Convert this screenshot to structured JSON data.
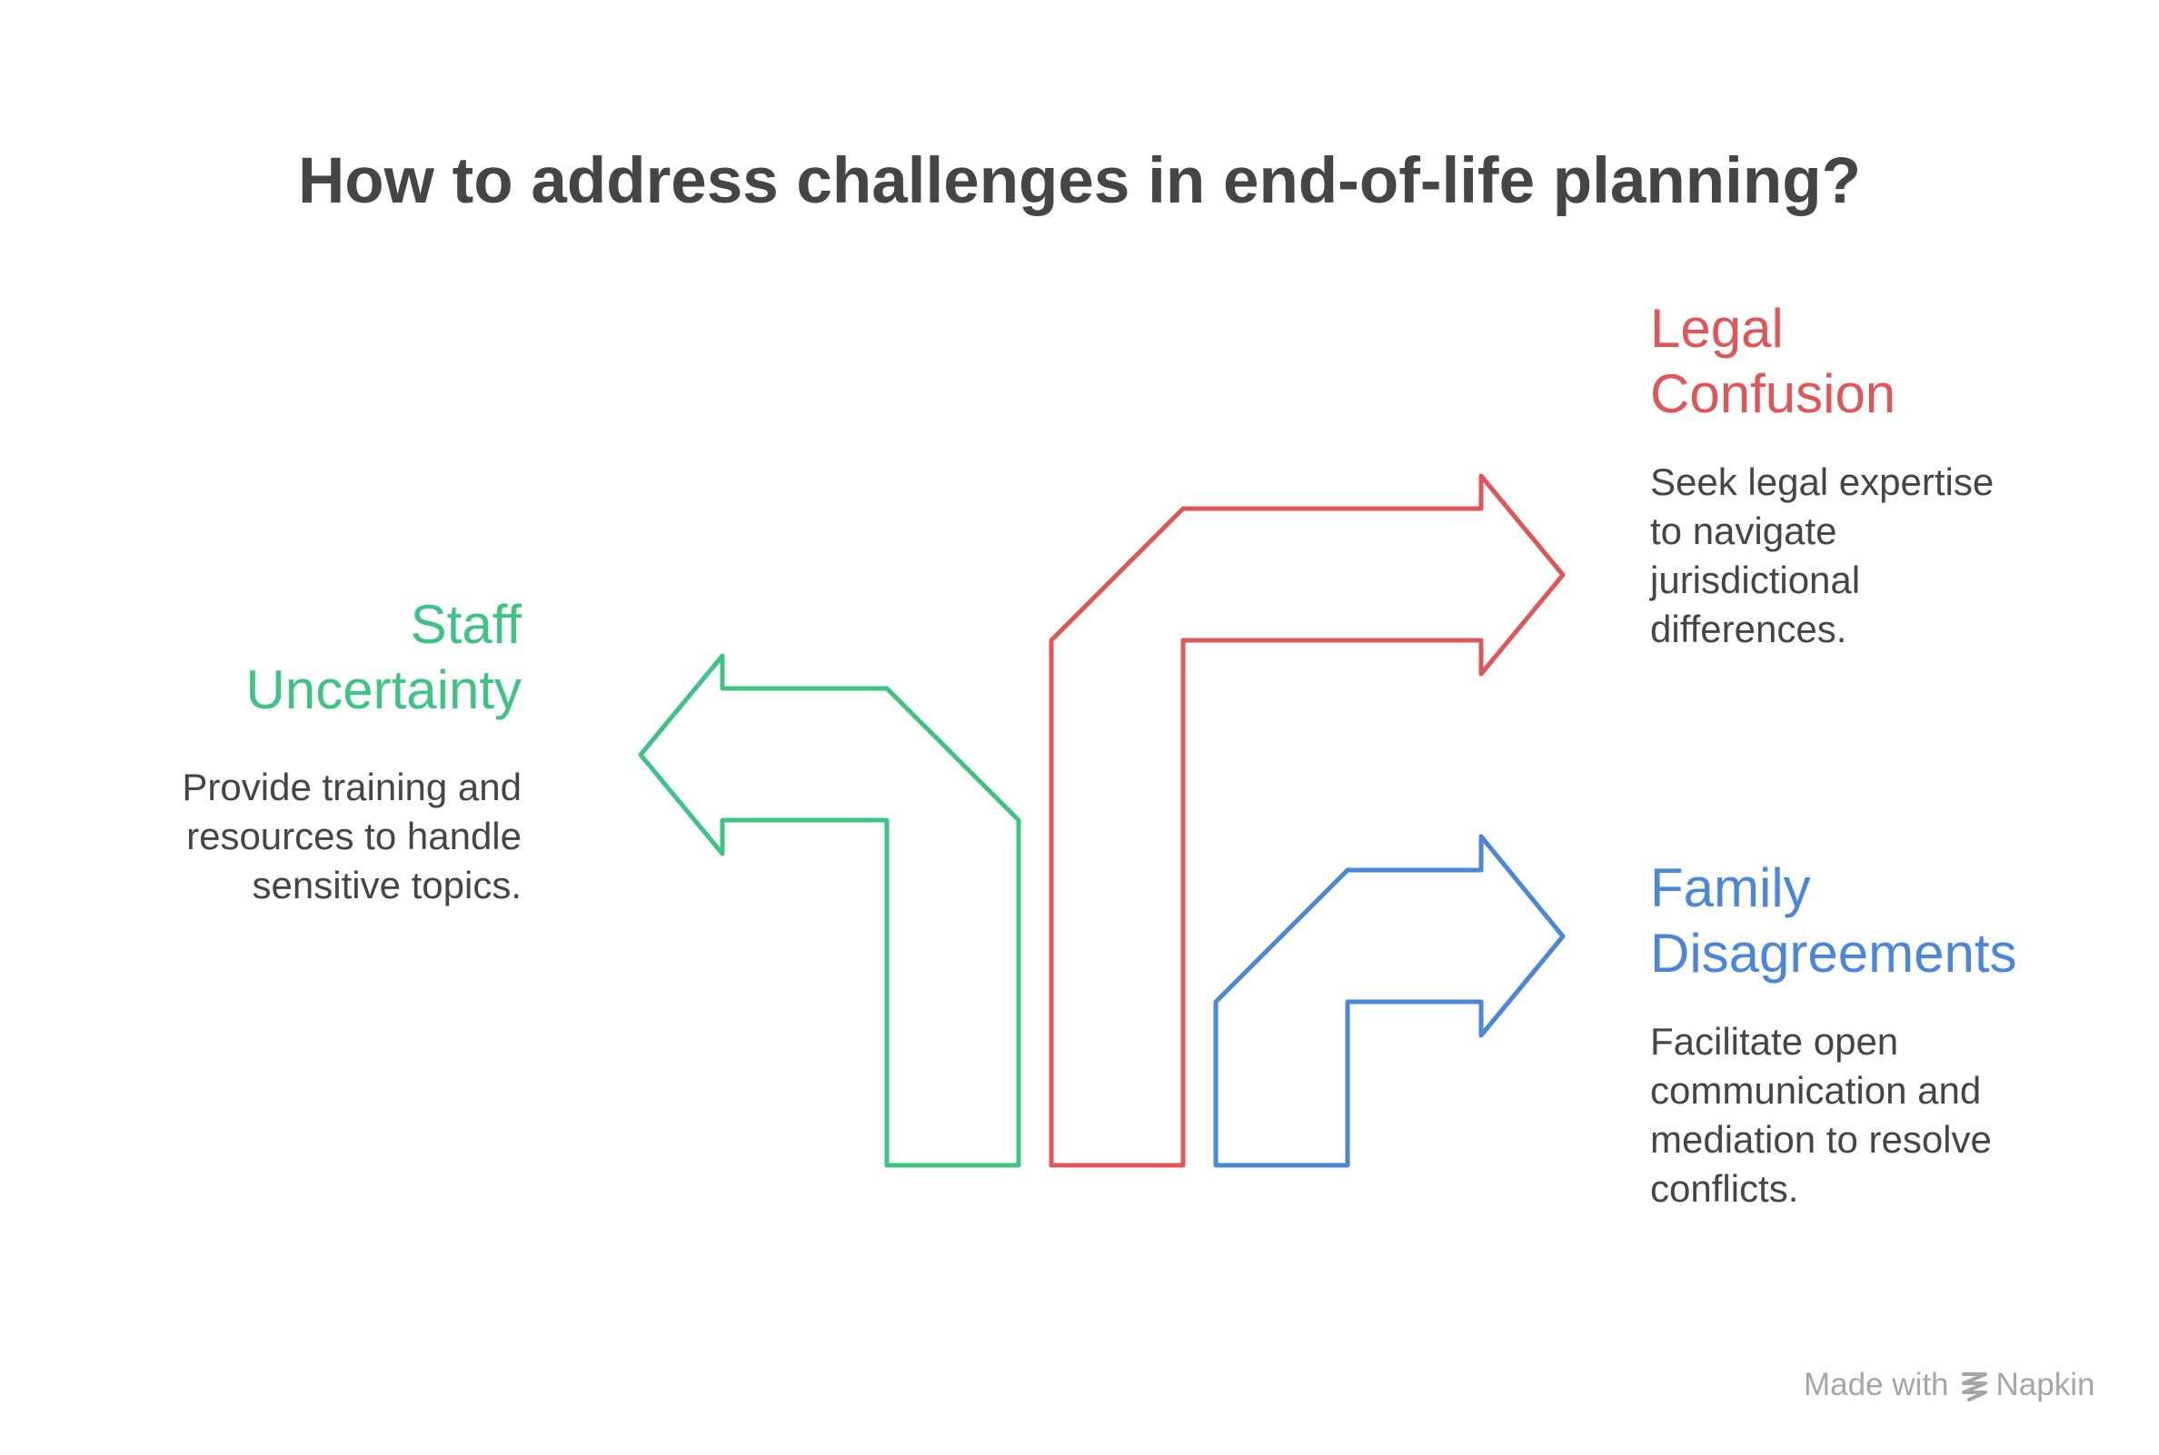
{
  "title": "How to address challenges in end-of-life planning?",
  "items": {
    "legal": {
      "title_line1": "Legal",
      "title_line2": "Confusion",
      "desc_lines": [
        "Seek legal expertise",
        "to navigate",
        "jurisdictional",
        "differences."
      ],
      "color": "#e05656"
    },
    "staff": {
      "title_line1": "Staff",
      "title_line2": "Uncertainty",
      "desc_lines": [
        "Provide training and",
        "resources to handle",
        "sensitive topics."
      ],
      "color": "#3ec482"
    },
    "family": {
      "title_line1": "Family",
      "title_line2": "Disagreements",
      "desc_lines": [
        "Facilitate open",
        "communication and",
        "mediation to resolve",
        "conflicts."
      ],
      "color": "#4a86db"
    }
  },
  "footer": {
    "made_with": "Made with",
    "brand": "Napkin"
  },
  "icons": {
    "brand_icon": "napkin-logo-icon"
  }
}
